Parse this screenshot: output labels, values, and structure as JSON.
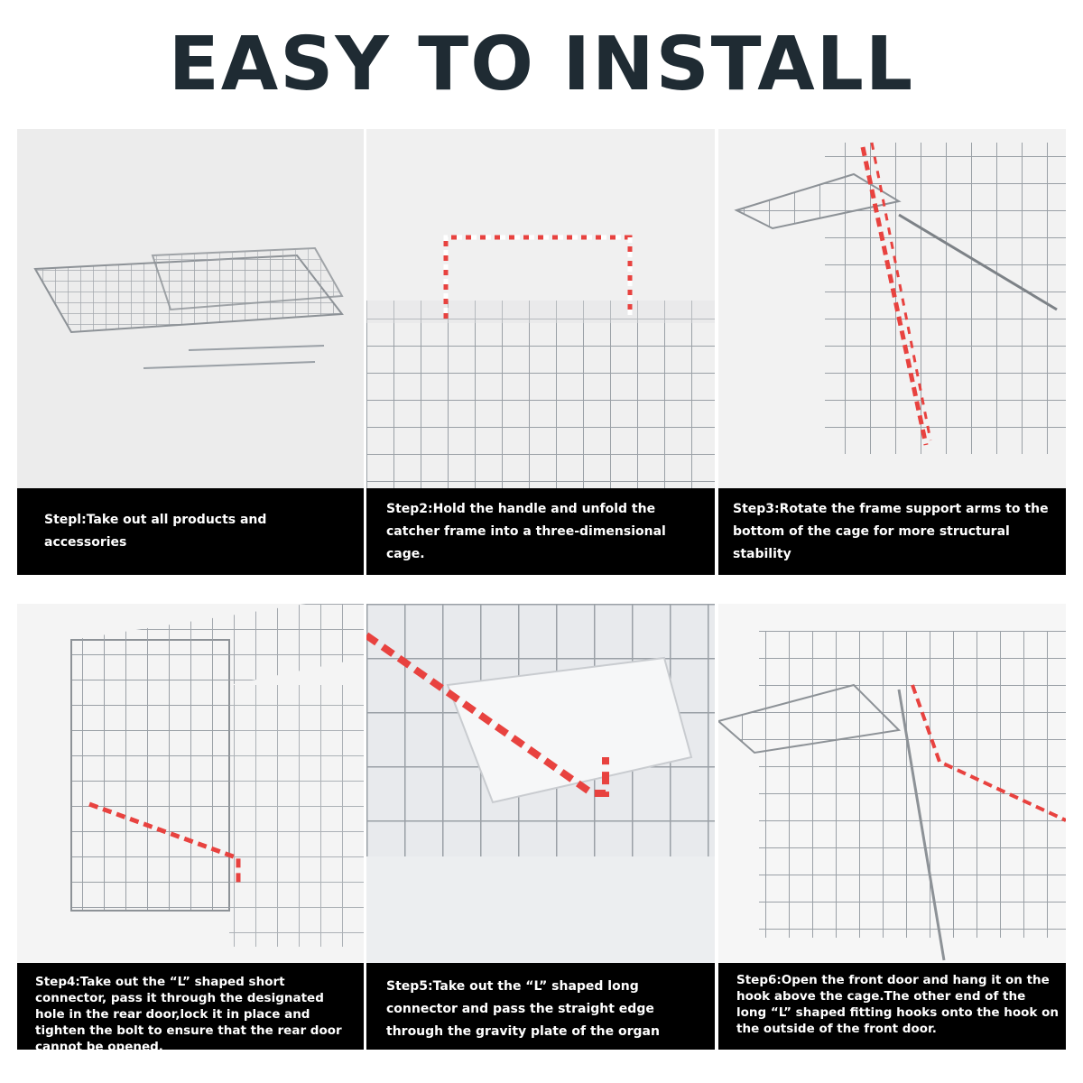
{
  "title": "EASY TO INSTALL",
  "steps": [
    {
      "text": "Stepl:Take out all products and accessories"
    },
    {
      "text": "Step2:Hold the handle and unfold the catcher frame into a three-dimensional cage."
    },
    {
      "text": "Step3:Rotate the frame support arms to the bottom of the cage for more structural stability"
    },
    {
      "text": "Step4:Take out the “L” shaped short connector, pass it through the designated hole in the rear door,lock it in place and tighten the bolt to ensure that the rear door cannot be opened."
    },
    {
      "text": "Step5:Take out the “L” shaped long connector and pass the straight edge through the gravity plate of the organ"
    },
    {
      "text": "Step6:Open the front door and hang it on the hook above the cage.The other end of the long “L” shaped fitting hooks onto the hook on the outside of the front door."
    }
  ],
  "colors": {
    "title": "#1f2b33",
    "caption_bg": "#000000",
    "caption_text": "#ffffff",
    "highlight": "#e8423f",
    "wire": "#9aa0a6"
  },
  "icons": [
    "folded-cage-photo",
    "handle-photo",
    "support-arm-photo",
    "short-connector-photo",
    "long-connector-photo",
    "front-door-hook-photo"
  ]
}
